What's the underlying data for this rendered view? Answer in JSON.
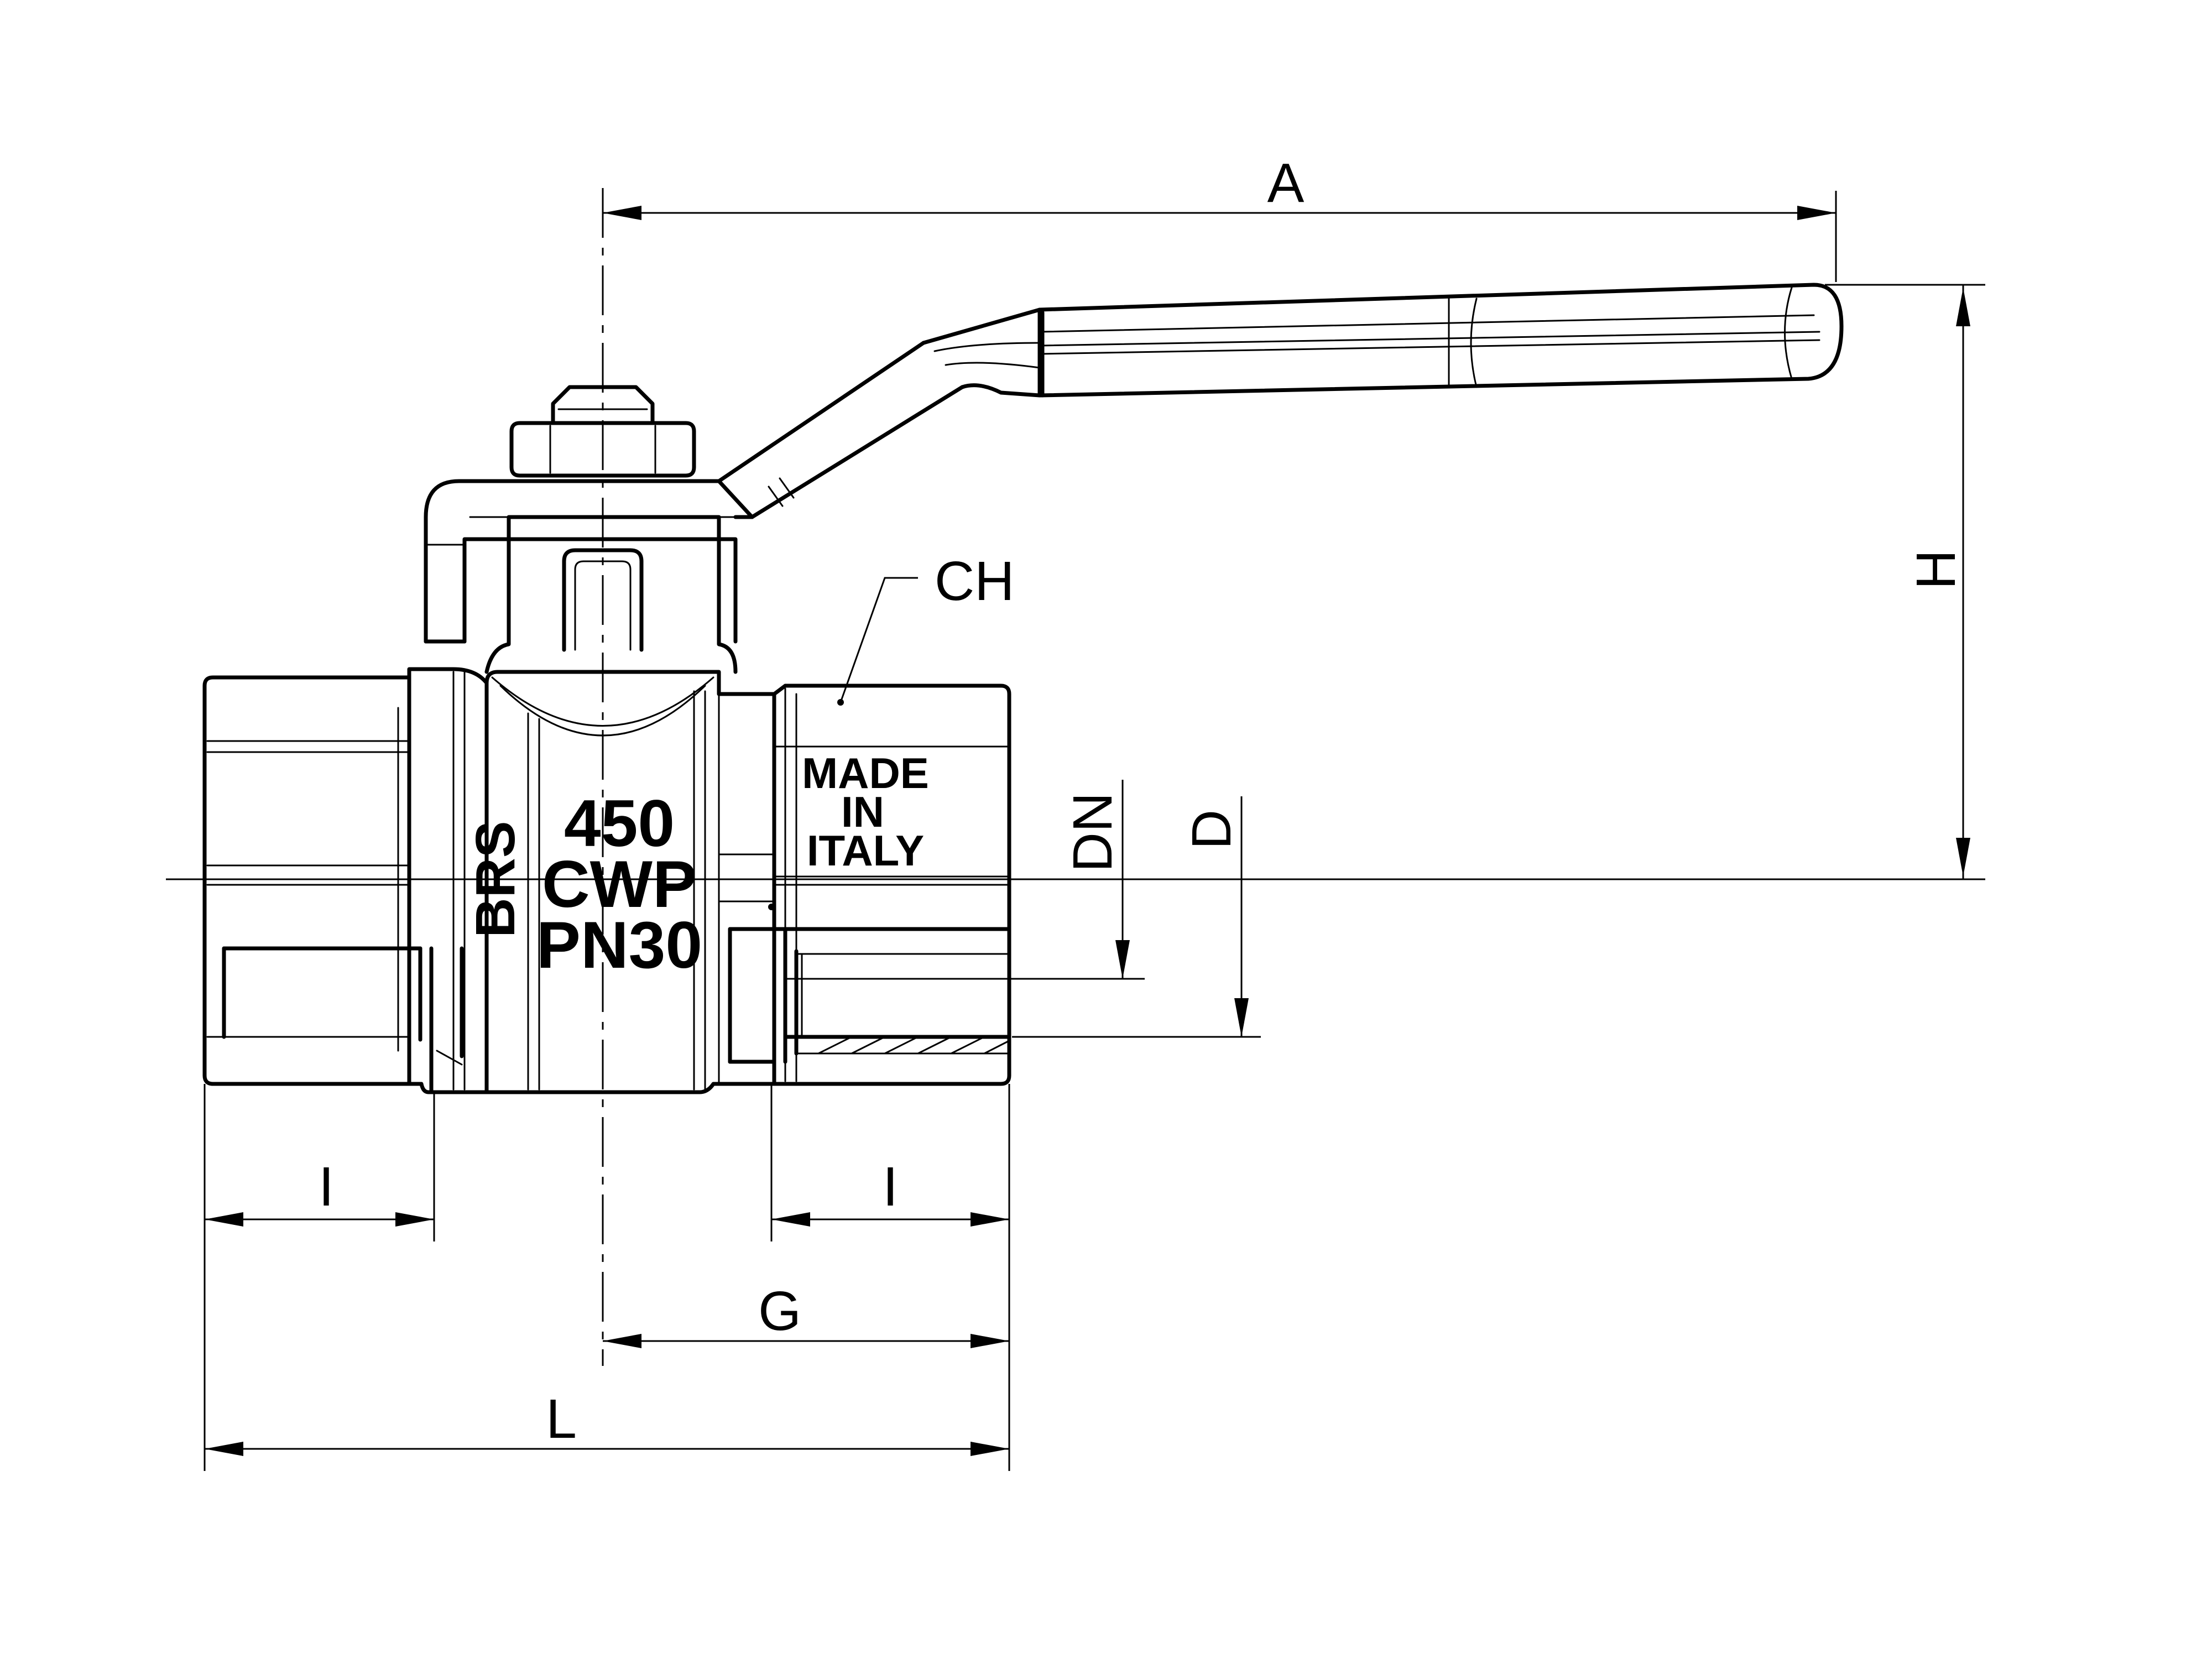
{
  "dimensions": {
    "a": "A",
    "h": "H",
    "ch": "CH",
    "dn": "DN",
    "d": "D",
    "i_left": "I",
    "i_right": "I",
    "g": "G",
    "l": "L"
  },
  "markings": {
    "material": "BRS",
    "pressure_line1": "450",
    "pressure_line2": "CWP",
    "pressure_line3": "PN30",
    "origin_line1": "MADE",
    "origin_line2": "IN",
    "origin_line3": "ITALY"
  }
}
